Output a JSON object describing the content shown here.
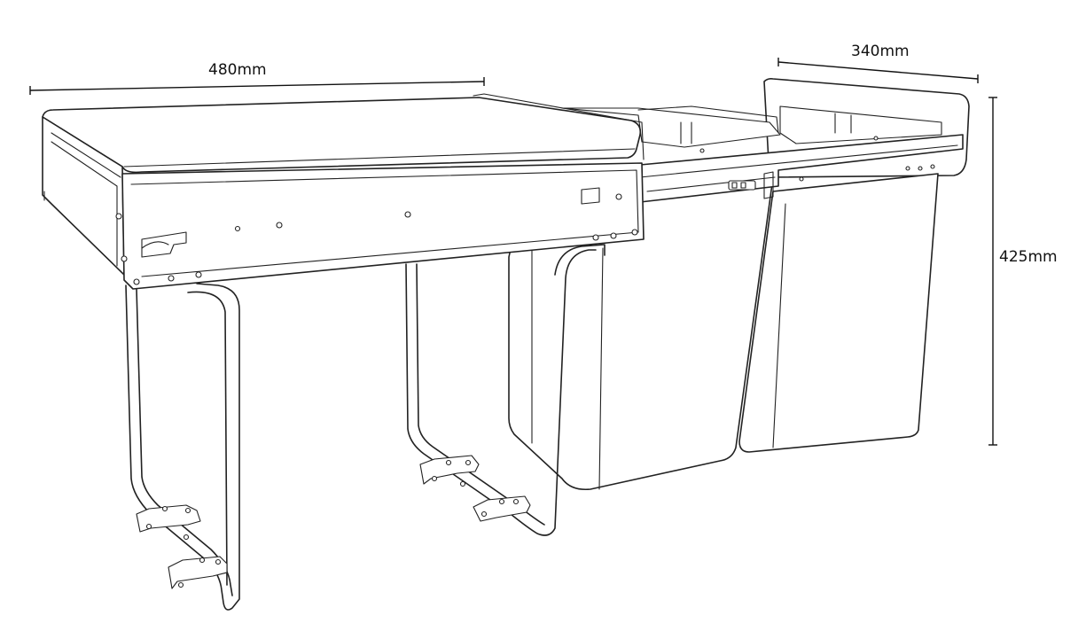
{
  "dimensions": {
    "width_label": "480mm",
    "depth_label": "340mm",
    "height_label": "425mm"
  },
  "colors": {
    "line": "#222222",
    "background": "#ffffff"
  }
}
